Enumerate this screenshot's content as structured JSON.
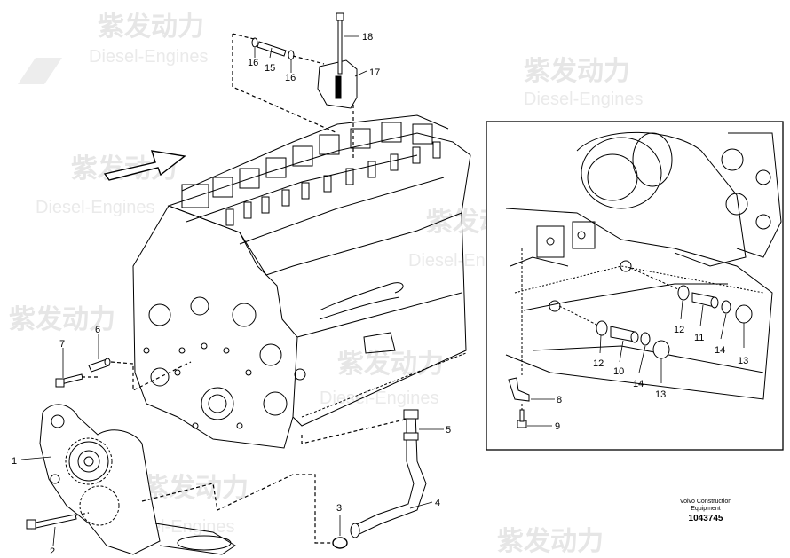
{
  "watermark": {
    "cn": "紫发动力",
    "en": "Diesel-Engines"
  },
  "callouts": [
    {
      "id": "c1",
      "text": "1"
    },
    {
      "id": "c2",
      "text": "2"
    },
    {
      "id": "c3",
      "text": "3"
    },
    {
      "id": "c4",
      "text": "4"
    },
    {
      "id": "c5",
      "text": "5"
    },
    {
      "id": "c6",
      "text": "6"
    },
    {
      "id": "c7",
      "text": "7"
    },
    {
      "id": "c8",
      "text": "8"
    },
    {
      "id": "c9",
      "text": "9"
    },
    {
      "id": "c10",
      "text": "10"
    },
    {
      "id": "c11",
      "text": "11"
    },
    {
      "id": "c12a",
      "text": "12"
    },
    {
      "id": "c12b",
      "text": "12"
    },
    {
      "id": "c13a",
      "text": "13"
    },
    {
      "id": "c13b",
      "text": "13"
    },
    {
      "id": "c14a",
      "text": "14"
    },
    {
      "id": "c14b",
      "text": "14"
    },
    {
      "id": "c15",
      "text": "15"
    },
    {
      "id": "c16a",
      "text": "16"
    },
    {
      "id": "c16b",
      "text": "16"
    },
    {
      "id": "c17",
      "text": "17"
    },
    {
      "id": "c18",
      "text": "18"
    }
  ],
  "caption": {
    "line1": "Volvo Construction",
    "line2": "Equipment",
    "number": "1043745"
  }
}
